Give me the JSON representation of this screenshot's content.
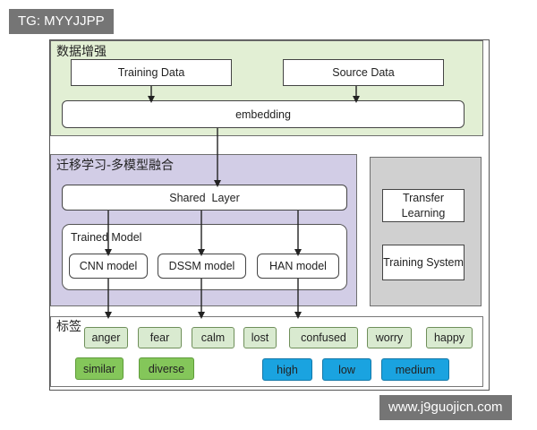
{
  "overlay": {
    "left_tag": "TG: MYYJJPP",
    "right_url": "www.j9guojicn.com"
  },
  "sections": {
    "augmentation": {
      "title": "数据增强",
      "training_data": "Training Data",
      "source_data": "Source Data",
      "embedding": "embedding"
    },
    "model_fusion": {
      "title": "迁移学习-多模型融合",
      "shared_layer": "Shared  Layer",
      "trained_model_label": "Trained Model",
      "models": [
        "CNN model",
        "DSSM model",
        "HAN model"
      ]
    },
    "side": {
      "transfer_learning": "Transfer Learning",
      "training_system": "Training System"
    },
    "labels": {
      "title": "标签",
      "emotion_tags": [
        "anger",
        "fear",
        "calm",
        "lost",
        "confused",
        "worry",
        "happy"
      ],
      "green_tags": [
        "similar",
        "diverse"
      ],
      "blue_tags": [
        "high",
        "low",
        "medium"
      ]
    }
  },
  "colors": {
    "augmentation_bg": "#e2efd4",
    "fusion_bg": "#d2cde6",
    "side_bg": "#d0d0d0",
    "emotion_tag": "#d9ead0",
    "green_tag": "#84c65a",
    "blue_tag": "#1aa3e0"
  }
}
